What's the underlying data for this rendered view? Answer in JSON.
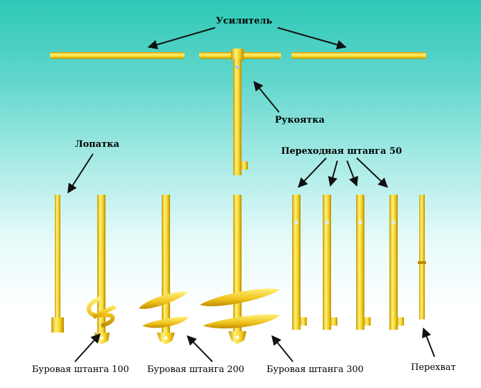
{
  "labels": {
    "reinforcer": "Усилитель",
    "handle": "Рукоятка",
    "spatula": "Лопатка",
    "adapter_rod": "Переходная штанга 50",
    "drill_rod_100": "Буровая штанга 100",
    "drill_rod_200": "Буровая штанга 200",
    "drill_rod_300": "Буровая штанга 300",
    "clamp": "Перехват"
  },
  "colors": {
    "rod_light": "#fff27a",
    "rod_mid": "#f5cf1f",
    "rod_dark": "#c99a00",
    "arrow": "#111111"
  }
}
